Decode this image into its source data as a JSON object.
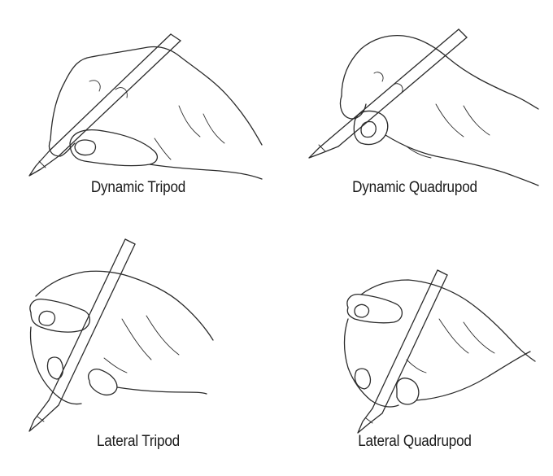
{
  "grips": [
    {
      "label": "Dynamic Tripod"
    },
    {
      "label": "Dynamic Quadrupod"
    },
    {
      "label": "Lateral Tripod"
    },
    {
      "label": "Lateral Quadrupod"
    }
  ]
}
